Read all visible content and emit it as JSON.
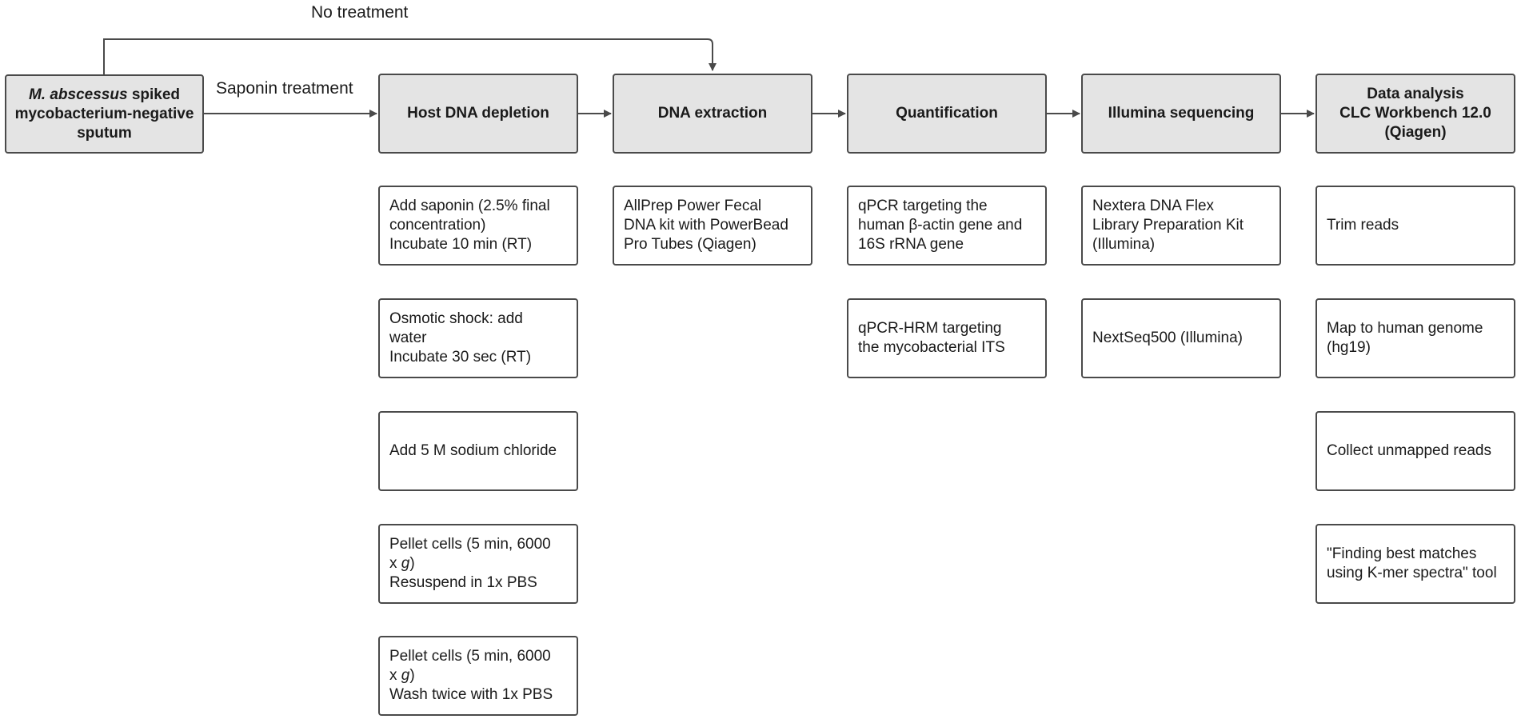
{
  "labels": {
    "no_treatment": "No treatment",
    "saponin_treatment": "Saponin treatment"
  },
  "start": {
    "line1_italic": "M. abscessus",
    "line1_rest": " spiked",
    "line2": "mycobacterium-negative",
    "line3": "sputum"
  },
  "columns": [
    {
      "header": [
        "Host DNA depletion"
      ],
      "steps": [
        [
          "Add saponin (2.5% final",
          "concentration)",
          "Incubate 10 min (RT)"
        ],
        [
          "Osmotic shock: add",
          "water",
          "Incubate 30 sec (RT)"
        ],
        [
          "Add 5 M sodium chloride"
        ],
        [
          "Pellet cells (5 min, 6000",
          "x ",
          "Resuspend in 1x PBS"
        ],
        [
          "Pellet cells (5 min, 6000",
          "x ",
          "Wash twice with 1x PBS"
        ]
      ],
      "g_italic": "g",
      "g_suffix": ")"
    },
    {
      "header": [
        "DNA extraction"
      ],
      "steps": [
        [
          "AllPrep Power Fecal",
          "DNA kit with PowerBead",
          "Pro Tubes (Qiagen)"
        ]
      ]
    },
    {
      "header": [
        "Quantification"
      ],
      "steps": [
        [
          "qPCR targeting the",
          "human β-actin gene and",
          "16S rRNA gene"
        ],
        [
          "qPCR-HRM targeting",
          "the mycobacterial ITS"
        ]
      ]
    },
    {
      "header": [
        "Illumina sequencing"
      ],
      "steps": [
        [
          "Nextera DNA Flex",
          "Library Preparation Kit",
          "(Illumina)"
        ],
        [
          "NextSeq500 (Illumina)"
        ]
      ]
    },
    {
      "header": [
        "Data analysis",
        "CLC Workbench 12.0",
        "(Qiagen)"
      ],
      "steps": [
        [
          "Trim reads"
        ],
        [
          "Map to human genome",
          "(hg19)"
        ],
        [
          "Collect unmapped reads"
        ],
        [
          "\"Finding best matches",
          "using K-mer spectra\" tool"
        ]
      ]
    }
  ],
  "colors": {
    "line": "#4a4a4a",
    "header_fill": "#e4e4e4"
  }
}
